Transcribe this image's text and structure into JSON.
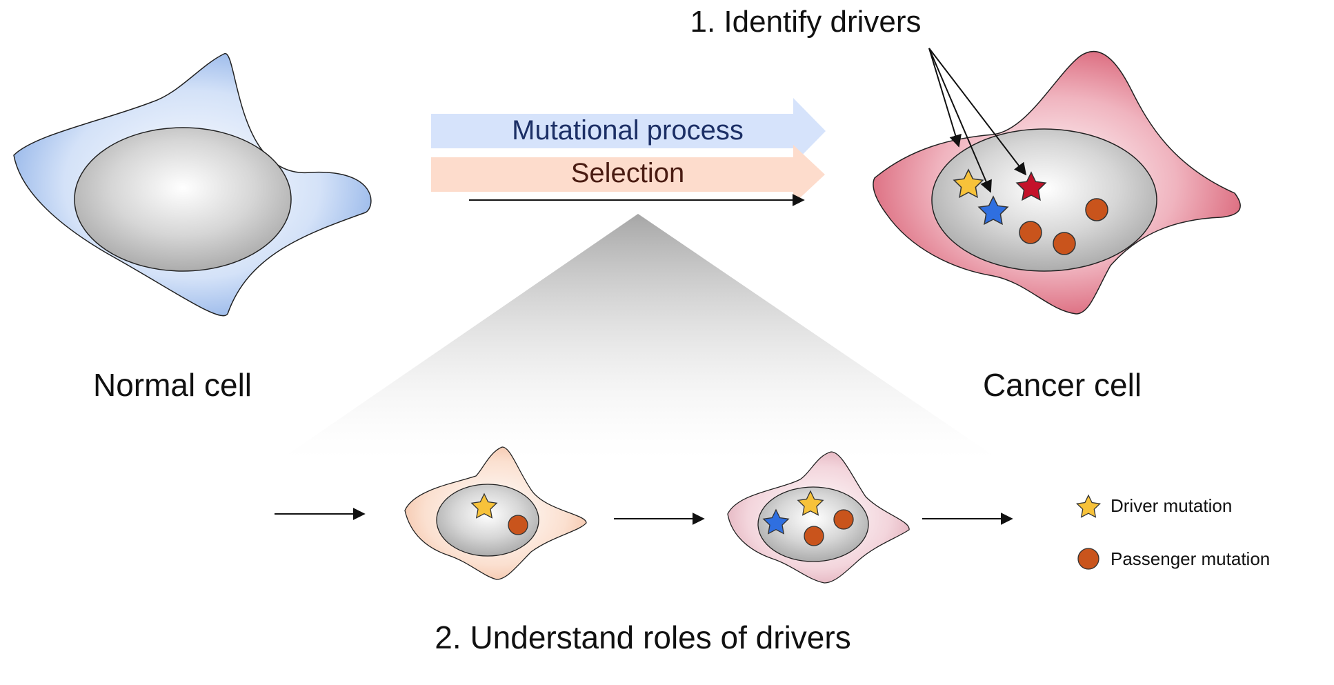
{
  "labels": {
    "identify": "1. Identify drivers",
    "mutational": "Mutational process",
    "selection": "Selection",
    "normal": "Normal cell",
    "cancer": "Cancer cell",
    "understand": "2. Understand roles of drivers"
  },
  "legend": {
    "driver": "Driver mutation",
    "passenger": "Passenger mutation"
  },
  "colors": {
    "normal_cell": "#6f9be0",
    "cancer_cell": "#d4485f",
    "early_cell": "#f0b290",
    "mid_cell": "#d99aa8",
    "nucleus": "#b4b4b4",
    "mutational_arrow": "#d6e3fb",
    "selection_arrow": "#fddccc",
    "driver_yellow": "#f7c23a",
    "driver_blue": "#2f6fe0",
    "driver_red": "#c4122a",
    "passenger": "#c9541c",
    "mutational_text": "#1c2f66",
    "selection_text": "#4a1c12"
  },
  "icons": {
    "driver": "star",
    "passenger": "circle"
  }
}
